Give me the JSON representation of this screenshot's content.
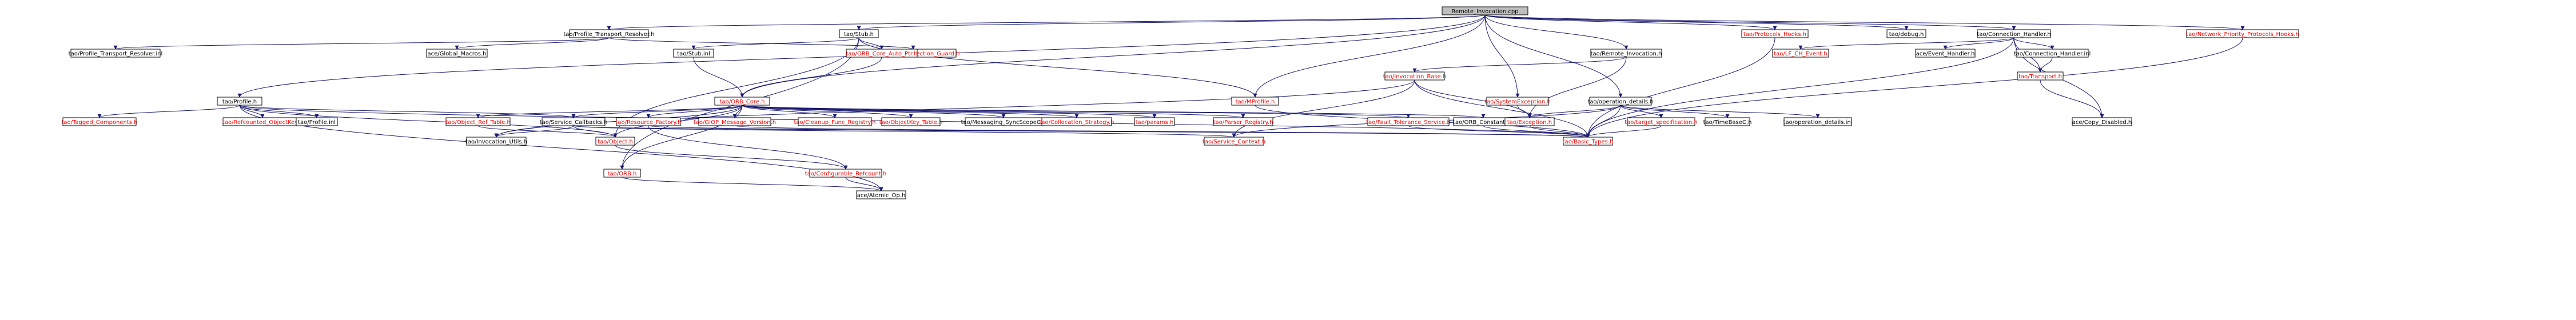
{
  "diagram": {
    "colors": {
      "edge": "#191970",
      "root_fill": "#bfbfbf",
      "node_fill": "#ffffff",
      "node_border": "#000000",
      "missing_text": "#ff0000",
      "normal_text": "#000000"
    },
    "nodes": [
      {
        "id": "root",
        "label": "Remote_Invocation.cpp",
        "root": true
      },
      {
        "id": "prh",
        "label": "tao/Profile_Transport_Resolver.h"
      },
      {
        "id": "prhinl",
        "label": "tao/Profile_Transport_Resolver.inl"
      },
      {
        "id": "gmac",
        "label": "ace/Global_Macros.h"
      },
      {
        "id": "tsg",
        "label": "tao/Transport_Selection_Guard.h",
        "missing": true
      },
      {
        "id": "stubh",
        "label": "tao/Stub.h"
      },
      {
        "id": "stubinl",
        "label": "tao/Stub.inl"
      },
      {
        "id": "ocap",
        "label": "tao/ORB_Core_Auto_Ptr.h",
        "missing": true
      },
      {
        "id": "mprof",
        "label": "tao/MProfile.h",
        "missing": true
      },
      {
        "id": "profh",
        "label": "tao/Profile.h"
      },
      {
        "id": "orbcore",
        "label": "tao/ORB_Core.h",
        "missing": true
      },
      {
        "id": "debug",
        "label": "tao/debug.h"
      },
      {
        "id": "phooks",
        "label": "tao/Protocols_Hooks.h",
        "missing": true
      },
      {
        "id": "conn",
        "label": "tao/Connection_Handler.h"
      },
      {
        "id": "nphooks",
        "label": "tao/Network_Priority_Protocols_Hooks.h",
        "missing": true
      },
      {
        "id": "remi",
        "label": "tao/Remote_Invocation.h"
      },
      {
        "id": "sysexc",
        "label": "tao/SystemException.h",
        "missing": true
      },
      {
        "id": "invbase",
        "label": "tao/Invocation_Base.h",
        "missing": true
      },
      {
        "id": "opdet",
        "label": "tao/operation_details.h"
      },
      {
        "id": "lfcev",
        "label": "tao/LF_CH_Event.h",
        "missing": true
      },
      {
        "id": "evh",
        "label": "ace/Event_Handler.h"
      },
      {
        "id": "conninl",
        "label": "tao/Connection_Handler.inl"
      },
      {
        "id": "transp",
        "label": "tao/Transport.h",
        "missing": true
      },
      {
        "id": "tagged",
        "label": "tao/Tagged_Components.h",
        "missing": true
      },
      {
        "id": "refobj",
        "label": "tao/Refcounted_ObjectKey.h",
        "missing": true
      },
      {
        "id": "profinl",
        "label": "tao/Profile.inl"
      },
      {
        "id": "objref",
        "label": "tao/Object_Ref_Table.h",
        "missing": true
      },
      {
        "id": "svccb",
        "label": "tao/Service_Callbacks.h"
      },
      {
        "id": "resfac",
        "label": "tao/Resource_Factory.h",
        "missing": true
      },
      {
        "id": "giop",
        "label": "tao/GIOP_Message_Version.h",
        "missing": true
      },
      {
        "id": "cleanup",
        "label": "tao/Cleanup_Func_Registry.h",
        "missing": true
      },
      {
        "id": "okt",
        "label": "tao/ObjectKey_Table.h",
        "missing": true
      },
      {
        "id": "msgsync",
        "label": "tao/Messaging_SyncScopeC.h"
      },
      {
        "id": "colloc",
        "label": "tao/Collocation_Strategy.h",
        "missing": true
      },
      {
        "id": "params",
        "label": "tao/params.h",
        "missing": true
      },
      {
        "id": "parser",
        "label": "tao/Parser_Registry.h",
        "missing": true
      },
      {
        "id": "ftsvc",
        "label": "tao/Fault_Tolerance_Service.h",
        "missing": true
      },
      {
        "id": "orbconst",
        "label": "tao/ORB_Constants.h"
      },
      {
        "id": "excep",
        "label": "tao/Exception.h",
        "missing": true
      },
      {
        "id": "tgtspec",
        "label": "tao/target_specification.h",
        "missing": true
      },
      {
        "id": "timebase",
        "label": "tao/TimeBaseC.h"
      },
      {
        "id": "opdetinl",
        "label": "tao/operation_details.inl"
      },
      {
        "id": "copydis",
        "label": "ace/Copy_Disabled.h"
      },
      {
        "id": "invutils",
        "label": "tao/Invocation_Utils.h"
      },
      {
        "id": "objecth",
        "label": "tao/Object.h",
        "missing": true
      },
      {
        "id": "svcctx",
        "label": "tao/Service_Context.h",
        "missing": true
      },
      {
        "id": "basict",
        "label": "tao/Basic_Types.h",
        "missing": true
      },
      {
        "id": "orbh",
        "label": "tao/ORB.h",
        "missing": true
      },
      {
        "id": "confref",
        "label": "tao/Configurable_Refcount.h",
        "missing": true
      },
      {
        "id": "atomic",
        "label": "ace/Atomic_Op.h"
      }
    ]
  }
}
